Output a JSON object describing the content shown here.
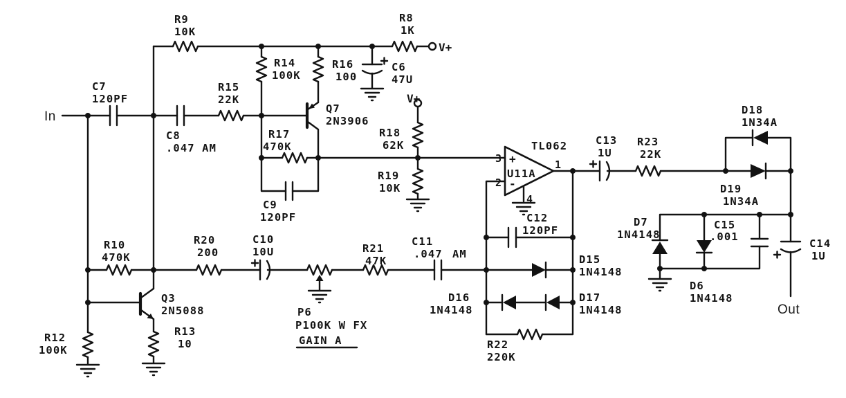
{
  "schematic": {
    "colors": {
      "ink": "#121212",
      "background": "#ffffff"
    },
    "ports": {
      "input": "In",
      "output": "Out",
      "supply_top": "V+",
      "supply_mid": "V+"
    },
    "ic": {
      "part": "TL062",
      "name": "U11A",
      "pin_noninverting": "3",
      "pin_inverting": "2",
      "pin_output": "1",
      "pin_ground": "4",
      "plus": "+",
      "minus": "-"
    },
    "components": {
      "r8": {
        "ref": "R8",
        "value": "1K"
      },
      "r9": {
        "ref": "R9",
        "value": "10K"
      },
      "r10": {
        "ref": "R10",
        "value": "470K"
      },
      "r12": {
        "ref": "R12",
        "value": "100K"
      },
      "r13": {
        "ref": "R13",
        "value": "10"
      },
      "r14": {
        "ref": "R14",
        "value": "100K"
      },
      "r15": {
        "ref": "R15",
        "value": "22K"
      },
      "r16": {
        "ref": "R16",
        "value": "100"
      },
      "r17": {
        "ref": "R17",
        "value": "470K"
      },
      "r18": {
        "ref": "R18",
        "value": "62K"
      },
      "r19": {
        "ref": "R19",
        "value": "10K"
      },
      "r20": {
        "ref": "R20",
        "value": "200"
      },
      "r21": {
        "ref": "R21",
        "value": "47K"
      },
      "r22": {
        "ref": "R22",
        "value": "220K"
      },
      "r23": {
        "ref": "R23",
        "value": "22K"
      },
      "c6": {
        "ref": "C6",
        "value": "47U"
      },
      "c7": {
        "ref": "C7",
        "value": "120PF"
      },
      "c8": {
        "ref": "C8",
        "value": ".047 AM"
      },
      "c9": {
        "ref": "C9",
        "value": "120PF"
      },
      "c10": {
        "ref": "C10",
        "value": "10U"
      },
      "c11": {
        "ref": "C11",
        "value": ".047",
        "suffix": "AM"
      },
      "c12": {
        "ref": "C12",
        "value": "120PF"
      },
      "c13": {
        "ref": "C13",
        "value": "1U"
      },
      "c14": {
        "ref": "C14",
        "value": "1U"
      },
      "c15": {
        "ref": "C15",
        "value": ".001"
      },
      "q3": {
        "ref": "Q3",
        "value": "2N5088"
      },
      "q7": {
        "ref": "Q7",
        "value": "2N3906"
      },
      "p6": {
        "ref": "P6",
        "value": "P100K W FX",
        "function": "GAIN A"
      },
      "d6": {
        "ref": "D6",
        "value": "1N4148"
      },
      "d7": {
        "ref": "D7",
        "value": "1N4148"
      },
      "d15": {
        "ref": "D15",
        "value": "1N4148"
      },
      "d16": {
        "ref": "D16",
        "value": "1N4148"
      },
      "d17": {
        "ref": "D17",
        "value": "1N4148"
      },
      "d18": {
        "ref": "D18",
        "value": "1N34A"
      },
      "d19": {
        "ref": "D19",
        "value": "1N34A"
      }
    }
  }
}
